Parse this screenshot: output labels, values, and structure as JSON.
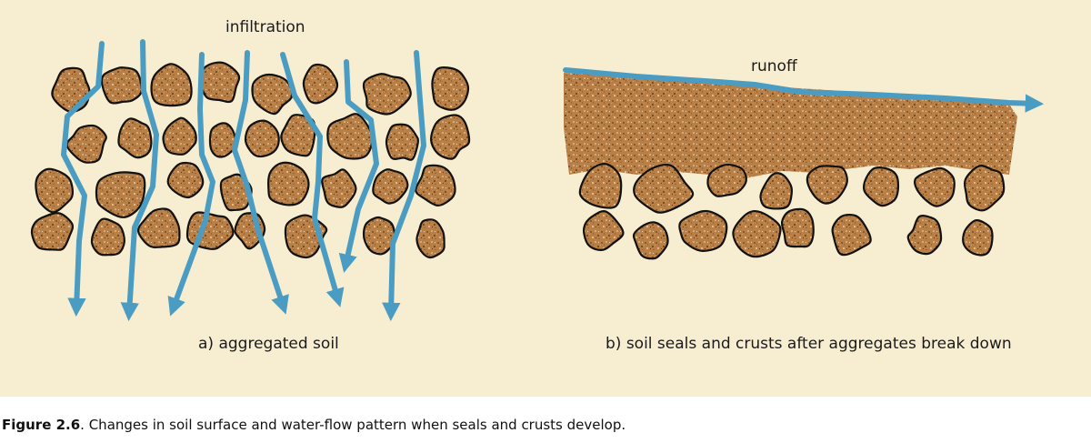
{
  "diagram": {
    "labels": {
      "infiltration": "infiltration",
      "runoff": "runoff",
      "panel_a": "a) aggregated soil",
      "panel_b": "b) soil seals and crusts after aggregates break down"
    },
    "caption": {
      "number": "Figure 2.6",
      "text": ". Changes in soil surface and water-flow pattern when seals and crusts develop."
    },
    "colors": {
      "background": "#f7eed2",
      "soil": "#b87f47",
      "soil_outline": "#111111",
      "water": "#4b9cc2"
    }
  }
}
